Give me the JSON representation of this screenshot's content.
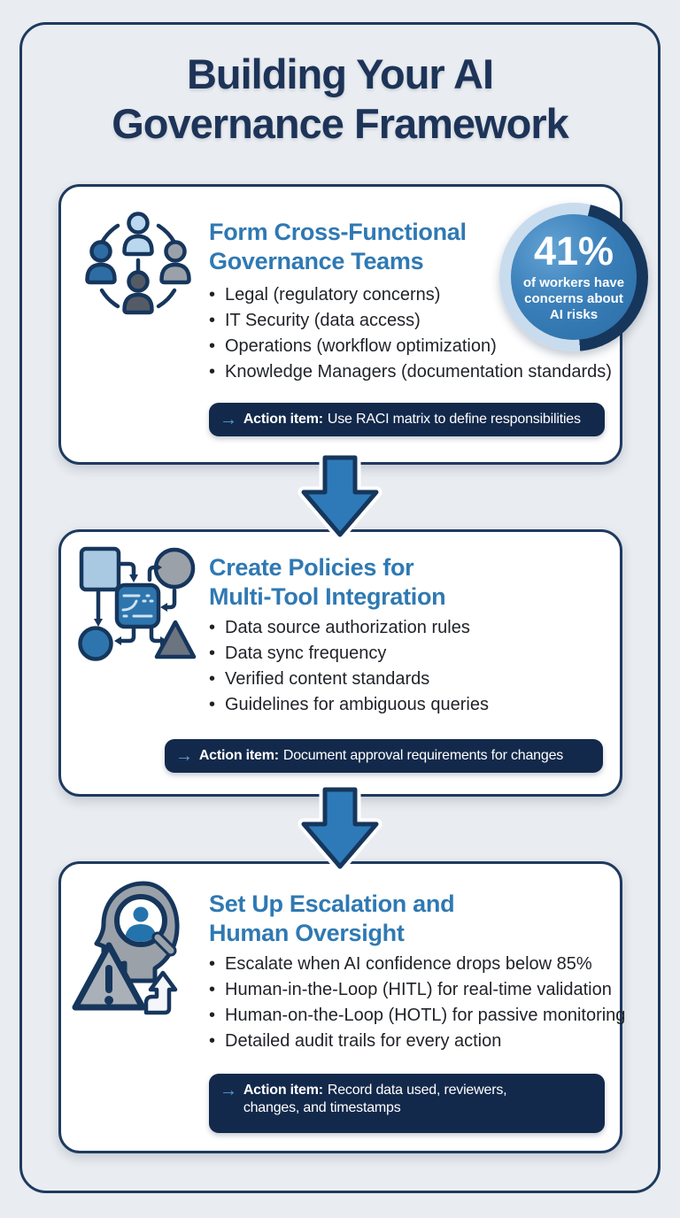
{
  "infographic": {
    "title_line1": "Building Your AI",
    "title_line2": "Governance Framework"
  },
  "glyphs": {
    "action_arrow": "→",
    "bullet": "•"
  },
  "colors": {
    "background": "#e9ecf0",
    "navy_outline": "#1e3a5f",
    "heading_blue": "#2f79b3",
    "action_bar_bg": "#13294b",
    "action_arrow_blue": "#5b9bd5",
    "flow_arrow_blue": "#2e7ab8",
    "badge_dark_arc": "#16365c",
    "badge_inner_blue": "#2f74ae"
  },
  "sections": [
    {
      "heading_line1": "Form Cross-Functional",
      "heading_line2": "Governance Teams",
      "icon": "team-network-icon",
      "bullets": [
        "Legal (regulatory concerns)",
        "IT Security (data access)",
        "Operations (workflow optimization)",
        "Knowledge Managers (documentation standards)"
      ],
      "action_label": "Action item:",
      "action_text": "Use RACI matrix to define responsibilities",
      "stat_value": "41%",
      "stat_caption": "of workers have concerns about AI risks"
    },
    {
      "heading_line1": "Create Policies for",
      "heading_line2": "Multi-Tool Integration",
      "icon": "workflow-integration-icon",
      "bullets": [
        "Data source authorization rules",
        "Data sync frequency",
        "Verified content standards",
        "Guidelines for ambiguous queries"
      ],
      "action_label": "Action item:",
      "action_text": "Document approval requirements for changes"
    },
    {
      "heading_line1": "Set Up Escalation and",
      "heading_line2": "Human Oversight",
      "icon": "human-oversight-icon",
      "bullets": [
        "Escalate when AI confidence drops below 85%",
        "Human-in-the-Loop (HITL) for real-time validation",
        "Human-on-the-Loop (HOTL) for passive monitoring",
        "Detailed audit trails for every action"
      ],
      "action_label": "Action item:",
      "action_text": "Record data used, reviewers, changes, and timestamps"
    }
  ]
}
